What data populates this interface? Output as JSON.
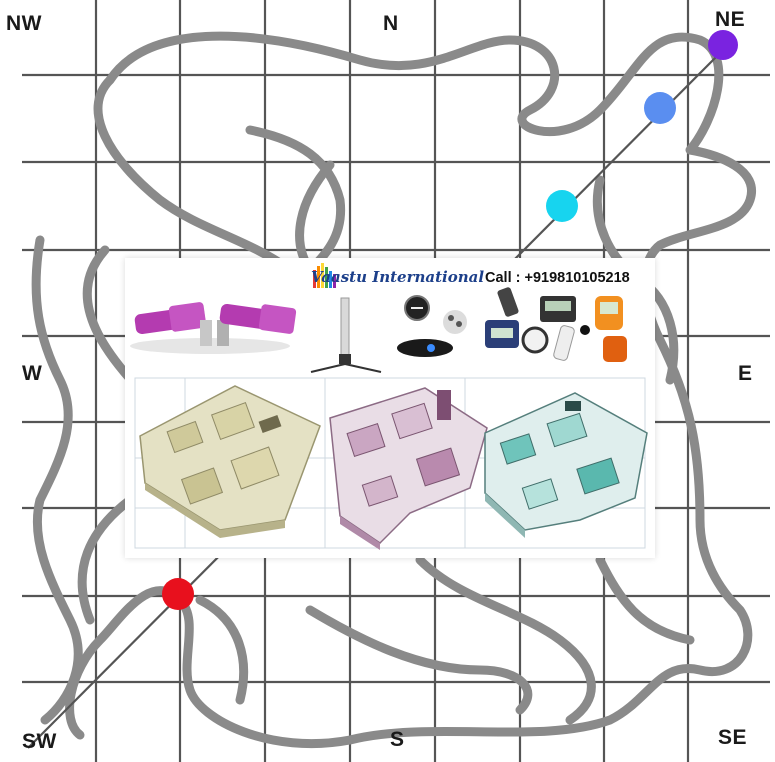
{
  "directions": {
    "nw": "NW",
    "n": "N",
    "ne": "NE",
    "w": "W",
    "e": "E",
    "sw": "SW",
    "s": "S",
    "se": "SE"
  },
  "banner": {
    "brand_name": "Vaastu International",
    "call_text": "Call : +919810105218"
  },
  "icons": {
    "brand_logo": "rainbow-bars-logo-icon",
    "tools": [
      "pyramid-rods-icon",
      "pendulum-stand-icon",
      "compass-icon",
      "lux-meter-icon",
      "sound-meter-icon",
      "gauss-meter-icon"
    ],
    "floorplans": [
      "beige-3d-floorplan",
      "purple-3d-floorplan",
      "teal-3d-floorplan"
    ]
  },
  "colors": {
    "grid": "#555555",
    "shape_outline": "#8a8a8a",
    "axis_line": "#555555",
    "dot_red": "#e8101d",
    "dot_cyan": "#17d4ef",
    "dot_blue": "#5a8ef0",
    "dot_purple": "#7a23e0"
  }
}
